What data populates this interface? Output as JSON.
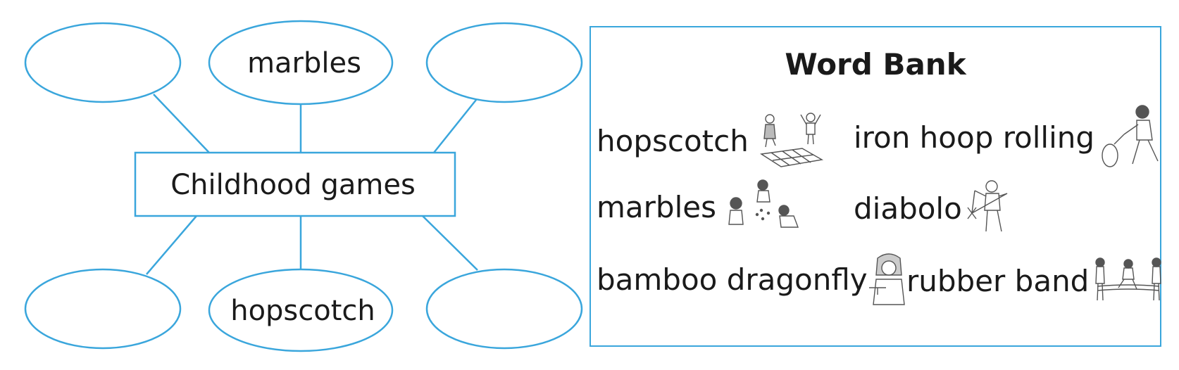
{
  "mindmap": {
    "center_label": "Childhood games",
    "ovals": [
      {
        "label": ""
      },
      {
        "label": "marbles"
      },
      {
        "label": ""
      },
      {
        "label": ""
      },
      {
        "label": "hopscotch"
      },
      {
        "label": ""
      }
    ],
    "line_color": "#3aa6dc"
  },
  "word_bank": {
    "title": "Word Bank",
    "items": [
      {
        "word": "hopscotch",
        "icon": "kids-playing-hopscotch-icon"
      },
      {
        "word": "iron hoop rolling",
        "icon": "boy-rolling-iron-hoop-icon"
      },
      {
        "word": "marbles",
        "icon": "kids-playing-marbles-icon"
      },
      {
        "word": "diabolo",
        "icon": "boy-playing-diabolo-icon"
      },
      {
        "word": "bamboo dragonfly",
        "icon": "girl-with-bamboo-dragonfly-icon"
      },
      {
        "word": "rubber band",
        "icon": "kids-jumping-rubber-band-icon"
      }
    ]
  }
}
